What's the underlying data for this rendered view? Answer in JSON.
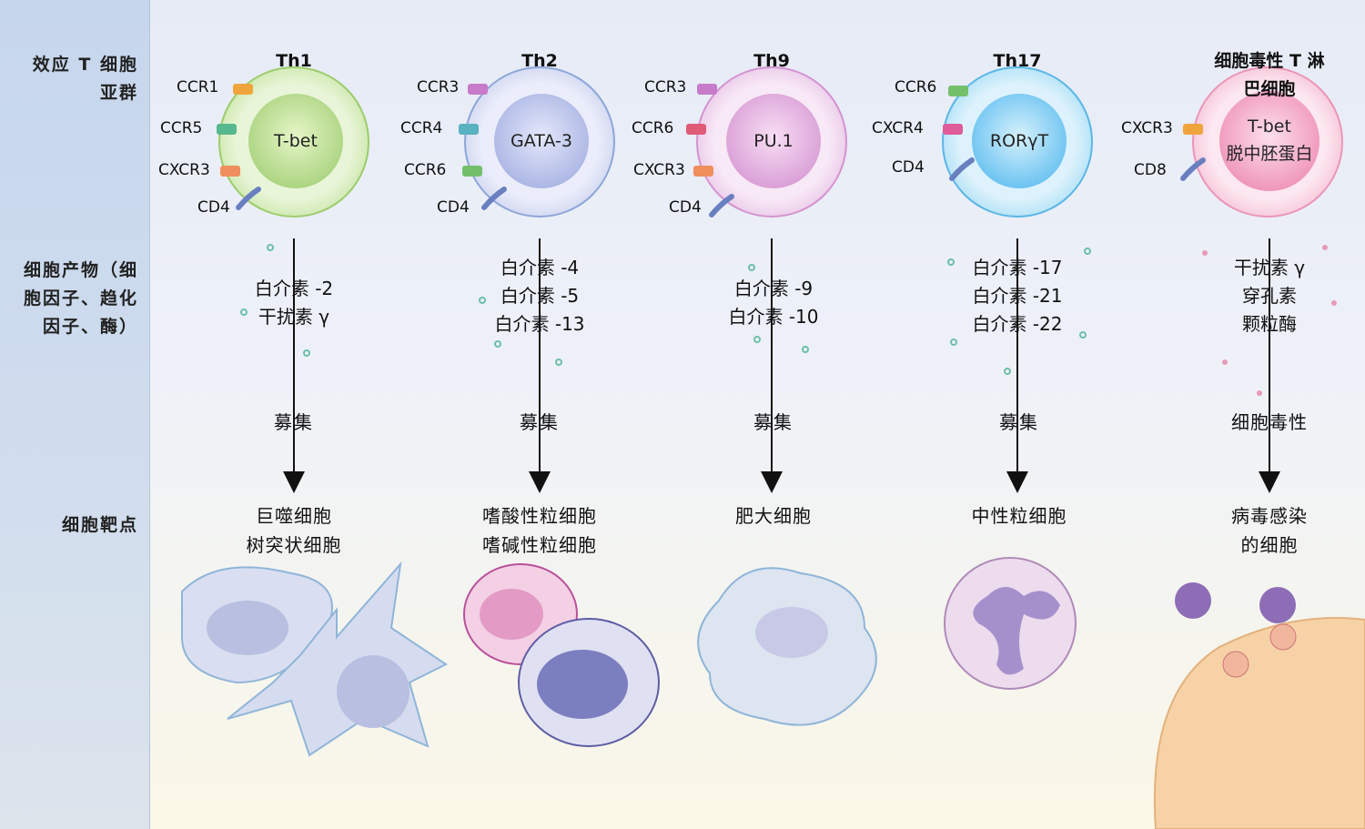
{
  "row_labels": {
    "subsets": "效应 T 细胞\n亚群",
    "products": "细胞产物（细\n胞因子、趋化\n因子、酶）",
    "targets": "细胞靶点"
  },
  "columns": [
    {
      "title": "Th1",
      "transcription_factor": "T-bet",
      "markers": [
        "CCR1",
        "CCR5",
        "CXCR3",
        "CD4"
      ],
      "products": "白介素 -2\n干扰素 γ",
      "mode": "募集",
      "targets": "巨噬细胞\n树突状细胞",
      "color": "#b9dc8f"
    },
    {
      "title": "Th2",
      "transcription_factor": "GATA-3",
      "markers": [
        "CCR3",
        "CCR4",
        "CCR6",
        "CD4"
      ],
      "products": "白介素 -4\n白介素 -5\n白介素 -13",
      "mode": "募集",
      "targets": "嗜酸性粒细胞\n嗜碱性粒细胞",
      "color": "#b8c2ea"
    },
    {
      "title": "Th9",
      "transcription_factor": "PU.1",
      "markers": [
        "CCR3",
        "CCR6",
        "CXCR3",
        "CD4"
      ],
      "products": "白介素 -9\n白介素 -10",
      "mode": "募集",
      "targets": "肥大细胞",
      "color": "#e6b4e2"
    },
    {
      "title": "Th17",
      "transcription_factor": "RORγT",
      "markers": [
        "CCR6",
        "CXCR4",
        "CD4"
      ],
      "products": "白介素 -17\n白介素 -21\n白介素 -22",
      "mode": "募集",
      "targets": "中性粒细胞",
      "color": "#8fd2f2"
    },
    {
      "title": "细胞毒性 T 淋\n巴细胞",
      "transcription_factor": "T-bet\n脱中胚蛋白",
      "markers": [
        "CXCR3",
        "CD8"
      ],
      "products": "干扰素 γ\n穿孔素\n颗粒酶",
      "mode": "细胞毒性",
      "targets": "病毒感染\n的细胞",
      "color": "#f4a8c6"
    }
  ]
}
